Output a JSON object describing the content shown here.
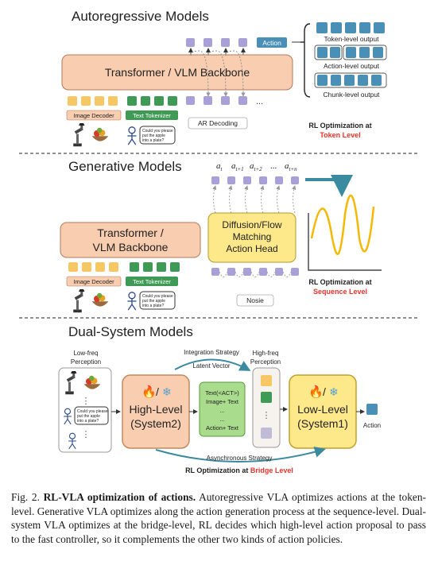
{
  "colors": {
    "backbone": "#f8cdb0",
    "diffusion": "#fde98a",
    "token_blue": "#4a8fb5",
    "token_yellow": "#f5c865",
    "token_green": "#3f9a55",
    "token_purple": "#a8a0d6",
    "accent_red": "#e8332a",
    "latent_green": "#a9dc8c",
    "wave": "#f5b800",
    "chip": "#dff0e6"
  },
  "autoregressive": {
    "title": "Autoregressive Models",
    "backbone": "Transformer / VLM Backbone",
    "action_chip": "Action",
    "token_output": "Token-level output",
    "action_output": "Action-level output",
    "chunk_output": "Chunk-level output",
    "image_decoder": "Image Decoder",
    "text_tokenizer": "Text Tokenizer",
    "prompt": [
      "Could you please",
      "put the apple",
      "into a plate?"
    ],
    "ar_decoding": "AR Decoding",
    "ellipsis": "...",
    "rl_line1": "RL Optimization at",
    "rl_line2": "Token Level"
  },
  "generative": {
    "title": "Generative Models",
    "backbone_line1": "Transformer /",
    "backbone_line2": "VLM Backbone",
    "head_line1": "Diffusion/Flow",
    "head_line2": "Matching",
    "head_line3": "Action Head",
    "actions": [
      "a",
      "a",
      "a",
      "...",
      "a"
    ],
    "action_subs": [
      "t",
      "t+1",
      "t+2",
      "",
      "t+n"
    ],
    "image_decoder": "Image Decoder",
    "text_tokenizer": "Text Tokenizer",
    "prompt": [
      "Could you please",
      "put the apple",
      "into a plate?"
    ],
    "noise": "Nosie",
    "rl_line1": "RL Optimization at",
    "rl_line2": "Sequence Level"
  },
  "dual": {
    "title": "Dual-System Models",
    "lowfreq_line1": "Low-freq",
    "lowfreq_line2": "Perception",
    "integration": "Integration Strategy",
    "latent_vector": "Latent Vector",
    "highfreq_line1": "High-freq",
    "highfreq_line2": "Perception",
    "high_level_line1": "High-Level",
    "high_level_line2": "(System2)",
    "low_level_line1": "Low-Level",
    "low_level_line2": "(System1)",
    "latent_texts": [
      "Text(<ACT>)",
      "Image+ Text",
      "...",
      "...",
      "Action+ Text"
    ],
    "prompt": [
      "Could you please",
      "put the apple",
      "into a plate?"
    ],
    "dots": "⋮",
    "action": "Action",
    "async": "Asynchronous Strategy",
    "rl_prefix": "RL Optimization at ",
    "rl_level": "Bridge Level"
  },
  "caption": {
    "label": "Fig. 2.",
    "bold": "RL-VLA optimization of actions.",
    "text": "Autoregressive VLA optimizes actions at the token-level. Generative VLA optimizes along the action generation process at the sequence-level. Dual-system VLA optimizes at the bridge-level, RL decides which high-level action proposal to pass to the fast controller, so it complements the other two kinds of action policies."
  }
}
